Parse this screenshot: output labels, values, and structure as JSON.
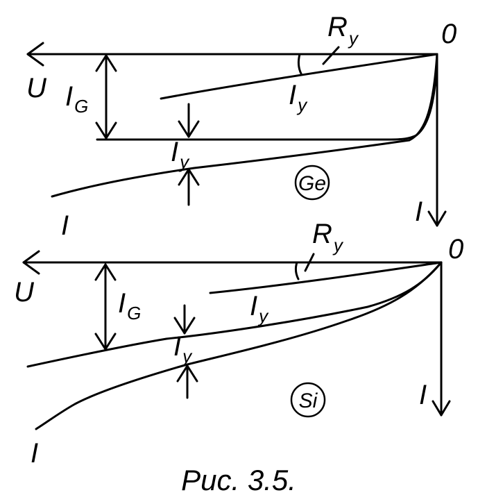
{
  "caption": "Рис. 3.5.",
  "panels": [
    {
      "material": "Ge",
      "origin_label": "0",
      "u_axis_label": "U",
      "i_axis_label": "I",
      "ig_label": {
        "main": "I",
        "sub": "G"
      },
      "ry_label": {
        "main": "R",
        "sub": "y"
      },
      "iy_curve_label": {
        "main": "I",
        "sub": "y"
      },
      "iy_gap_label": {
        "main": "I",
        "sub": "y"
      },
      "total_curve_label": "I"
    },
    {
      "material": "Si",
      "origin_label": "0",
      "u_axis_label": "U",
      "i_axis_label": "I",
      "ig_label": {
        "main": "I",
        "sub": "G"
      },
      "ry_label": {
        "main": "R",
        "sub": "y"
      },
      "iy_curve_label": {
        "main": "I",
        "sub": "y"
      },
      "iy_gap_label": {
        "main": "I",
        "sub": "y"
      },
      "total_curve_label": "I"
    }
  ]
}
